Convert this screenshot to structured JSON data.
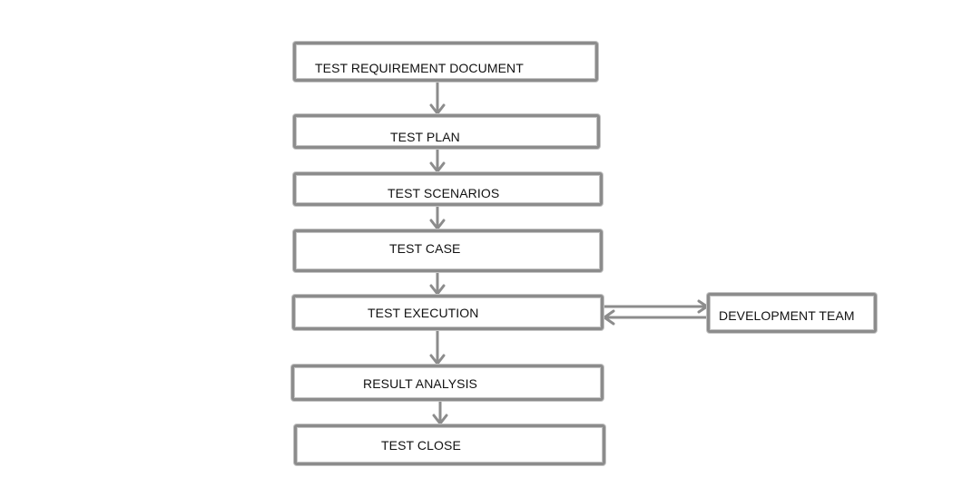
{
  "colors": {
    "stroke": "#8c8c8c",
    "stroke_light": "#c4c4c4",
    "text": "#111111",
    "background": "#ffffff"
  },
  "flow": {
    "steps": [
      {
        "label": "TEST REQUIREMENT DOCUMENT"
      },
      {
        "label": "TEST PLAN"
      },
      {
        "label": "TEST SCENARIOS"
      },
      {
        "label": "TEST CASE"
      },
      {
        "label": "TEST EXECUTION"
      },
      {
        "label": "RESULT ANALYSIS"
      },
      {
        "label": "TEST CLOSE"
      }
    ],
    "side": {
      "label": "DEVELOPMENT TEAM"
    }
  }
}
